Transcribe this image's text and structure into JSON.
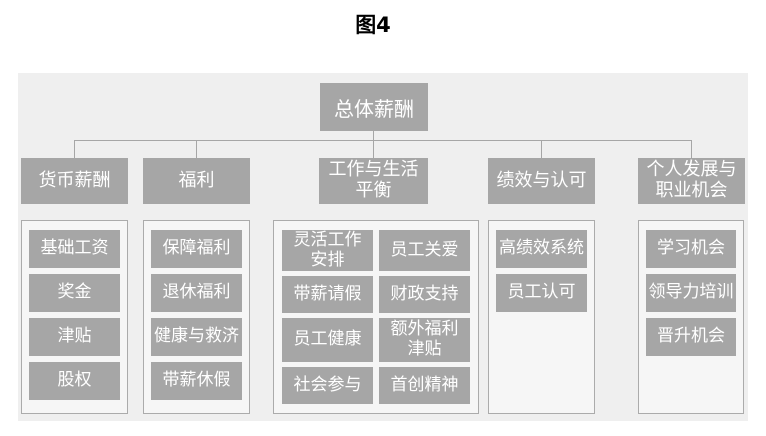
{
  "title": "图4",
  "root": {
    "label": "总体薪酬"
  },
  "branches": [
    {
      "label": "货币薪酬",
      "items": [
        "基础工资",
        "奖金",
        "津贴",
        "股权"
      ]
    },
    {
      "label": "福利",
      "items": [
        "保障福利",
        "退休福利",
        "健康与救济",
        "带薪休假"
      ]
    },
    {
      "label": "工作与生活\n平衡",
      "items": [
        "灵活工作\n安排",
        "员工关爱",
        "带薪请假",
        "财政支持",
        "员工健康",
        "额外福利\n津贴",
        "社会参与",
        "首创精神"
      ]
    },
    {
      "label": "绩效与认可",
      "items": [
        "高绩效系统",
        "员工认可"
      ]
    },
    {
      "label": "个人发展与\n职业机会",
      "items": [
        "学习机会",
        "领导力培训",
        "晋升机会"
      ]
    }
  ],
  "colors": {
    "node_fill": "#a6a6a6",
    "node_text": "#ffffff",
    "panel_bg": "#efefef",
    "group_bg": "#f6f6f6",
    "group_border": "#ababab",
    "connector": "#a6a6a6",
    "title_text": "#000000"
  }
}
